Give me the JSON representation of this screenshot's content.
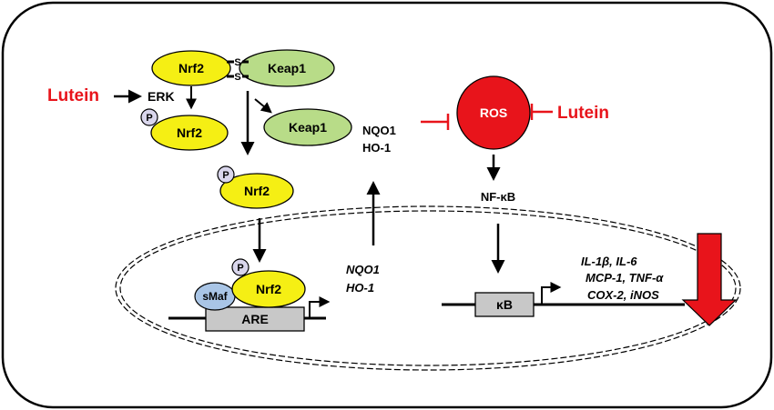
{
  "diagram": {
    "nrf2_label": "Nrf2",
    "keap1_label": "Keap1",
    "ss_label": "S",
    "p_label": "P",
    "smaf_label": "sMaf",
    "are_label": "ARE",
    "kb_label": "κB",
    "erk_label": "ERK",
    "lutein_label": "Lutein",
    "ros_label": "ROS",
    "nfkb_label": "NF-κB",
    "nqo1_label": "NQO1",
    "ho1_label": "HO-1",
    "cytokines_line1": "IL-1β, IL-6",
    "cytokines_line2": "MCP-1, TNF-α",
    "cytokines_line3": "COX-2, iNOS"
  },
  "colors": {
    "nrf2_fill": "#f5ef14",
    "keap1_fill": "#b8dc88",
    "p_fill": "#d9d6ec",
    "smaf_fill": "#a9c5e6",
    "box_fill": "#c8c8c8",
    "ros_fill": "#e8141b",
    "lutein_red": "#e8141b",
    "arrow_down_red": "#e8141b"
  }
}
